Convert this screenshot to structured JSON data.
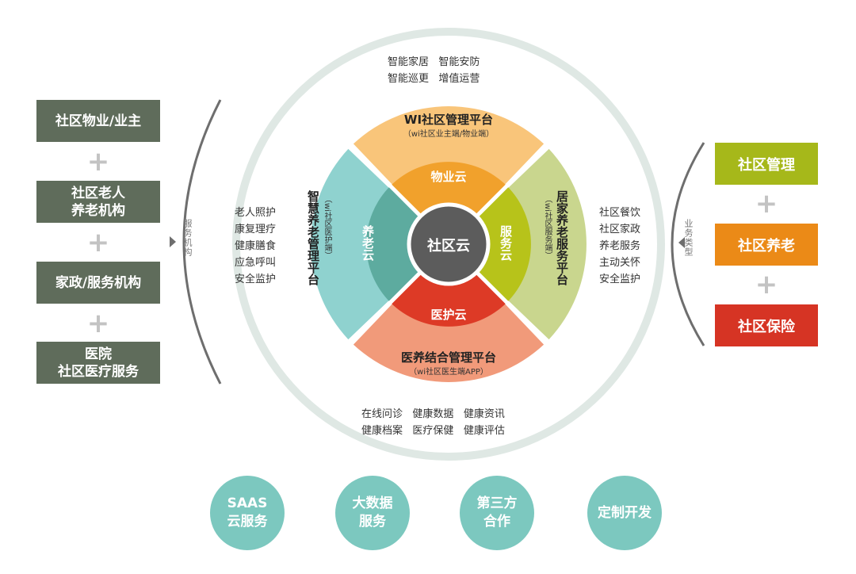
{
  "left": {
    "vertical_label": "服务机构",
    "boxes": [
      {
        "lines": [
          "社区物业/业主"
        ]
      },
      {
        "lines": [
          "社区老人",
          "养老机构"
        ]
      },
      {
        "lines": [
          "家政/服务机构"
        ]
      },
      {
        "lines": [
          "医院",
          "社区医疗服务"
        ]
      }
    ],
    "plus": "+"
  },
  "right": {
    "vertical_label": "业务类型",
    "boxes": [
      {
        "label": "社区管理",
        "color": "#a6b81a"
      },
      {
        "label": "社区养老",
        "color": "#eb8a17"
      },
      {
        "label": "社区保险",
        "color": "#d63424"
      }
    ],
    "plus": "+"
  },
  "center": {
    "hub": "社区云",
    "top": {
      "features": [
        "智能家居",
        "智能安防",
        "智能巡更",
        "增值运营"
      ],
      "platform": "WI社区管理平台",
      "sub": "（wi社区业主端/物业端）",
      "cloud": "物业云"
    },
    "bottom": {
      "cloud": "医护云",
      "platform": "医养结合管理平台",
      "sub": "（wi社区医生端APP）",
      "features": [
        "在线问诊",
        "健康数据",
        "健康资讯",
        "健康档案",
        "医疗保健",
        "健康评估"
      ]
    },
    "left": {
      "cloud": "养老云",
      "platform": "智慧养老管理平台",
      "sub": "（wi社区医护端）",
      "features": [
        "老人照护",
        "康复理疗",
        "健康膳食",
        "应急呼叫",
        "安全监护"
      ]
    },
    "right": {
      "cloud": "服务云",
      "platform": "居家养老服务平台",
      "sub": "（wi社区服务端）",
      "features": [
        "社区餐饮",
        "社区家政",
        "养老服务",
        "主动关怀",
        "安全监护"
      ]
    }
  },
  "bottom_circles": [
    {
      "lines": [
        "SAAS",
        "云服务"
      ]
    },
    {
      "lines": [
        "大数据",
        "服务"
      ]
    },
    {
      "lines": [
        "第三方",
        "合作"
      ]
    },
    {
      "lines": [
        "定制开发"
      ]
    }
  ],
  "colors": {
    "left_box": "#5f6c5b",
    "ring": "#dfe8e4",
    "top_quad": "#f9c57a",
    "bottom_quad": "#f19a7a",
    "left_quad": "#8fd2cf",
    "right_quad": "#c9d68e",
    "top_inner": "#f1a12c",
    "bottom_inner": "#dd3a26",
    "left_inner": "#5dab9f",
    "right_inner": "#b7c31a",
    "hub": "#5c5c5c",
    "bottom_circle": "#7cc8bf"
  }
}
